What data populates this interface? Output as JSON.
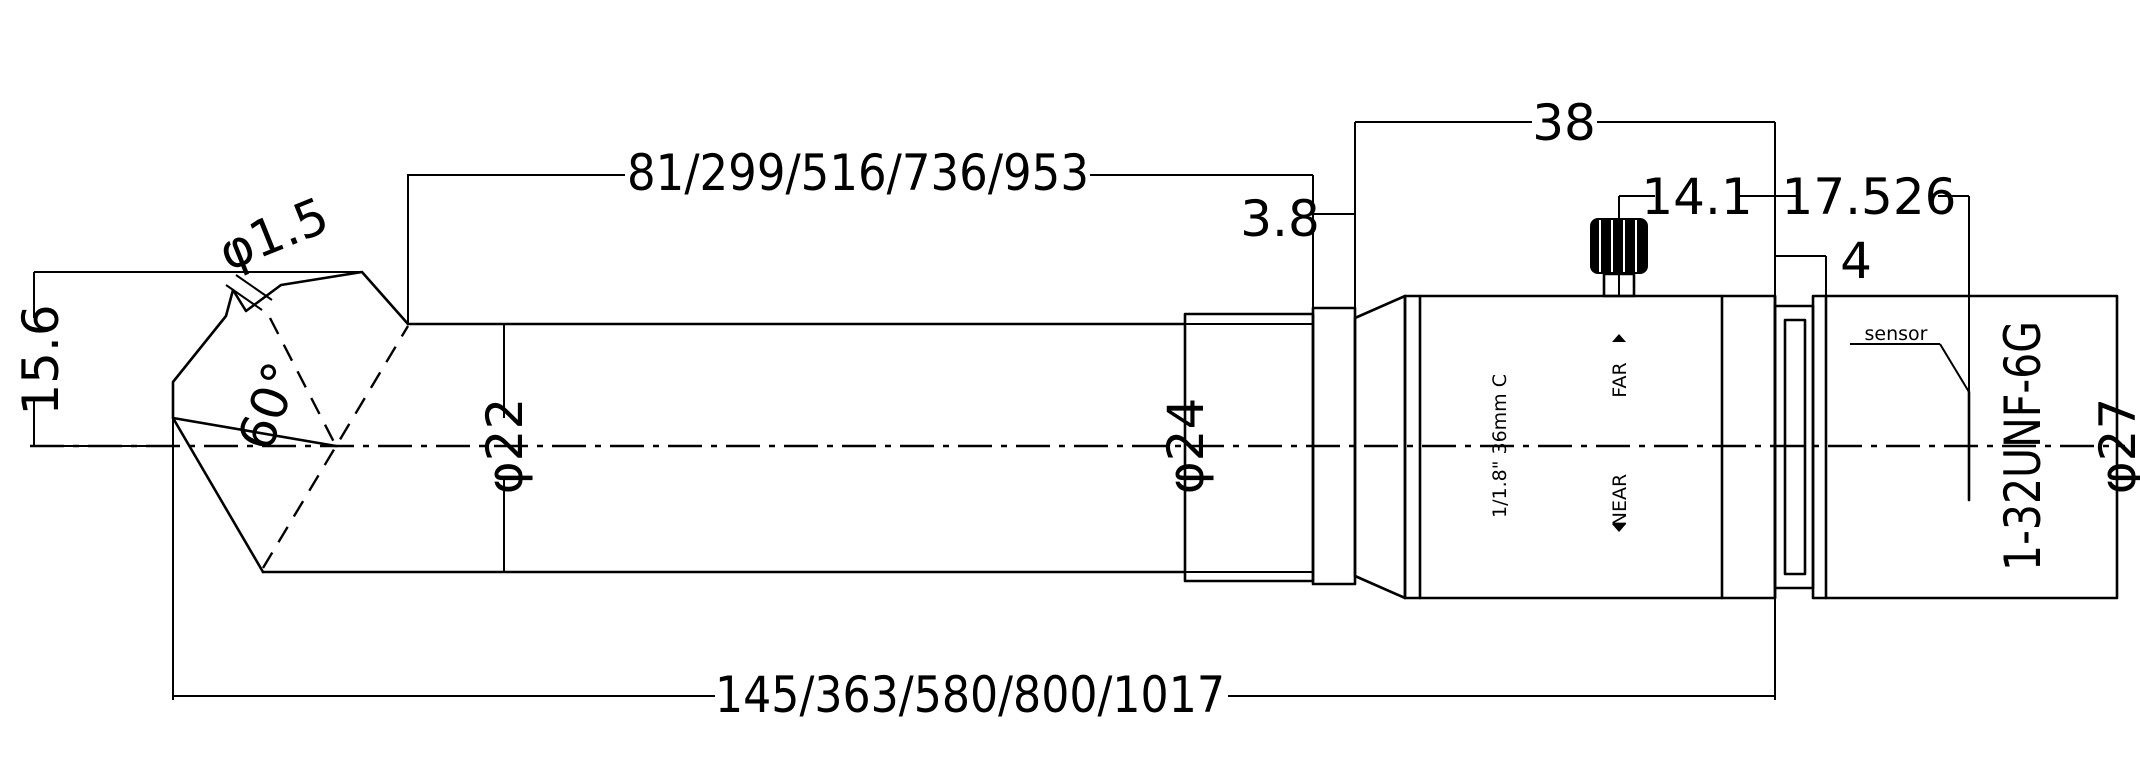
{
  "dimensions": {
    "overall_length": "145/363/580/800/1017",
    "tube_length": "81/299/516/736/953",
    "body_length": "38",
    "collar": "3.8",
    "knob_position": "14.1",
    "flange_distance": "17.526",
    "mount_step": "4",
    "prism_height": "15.6",
    "window_diameter": "φ1.5",
    "prism_angle": "60°",
    "tube_diameter": "φ22",
    "collar_diameter": "φ24",
    "body_diameter": "φ27",
    "thread": "1-32UNF-6G"
  },
  "labels": {
    "sensor": "sensor",
    "lens_spec": "1/1.8\"  36mm  C",
    "far": "FAR",
    "near": "NEAR"
  }
}
